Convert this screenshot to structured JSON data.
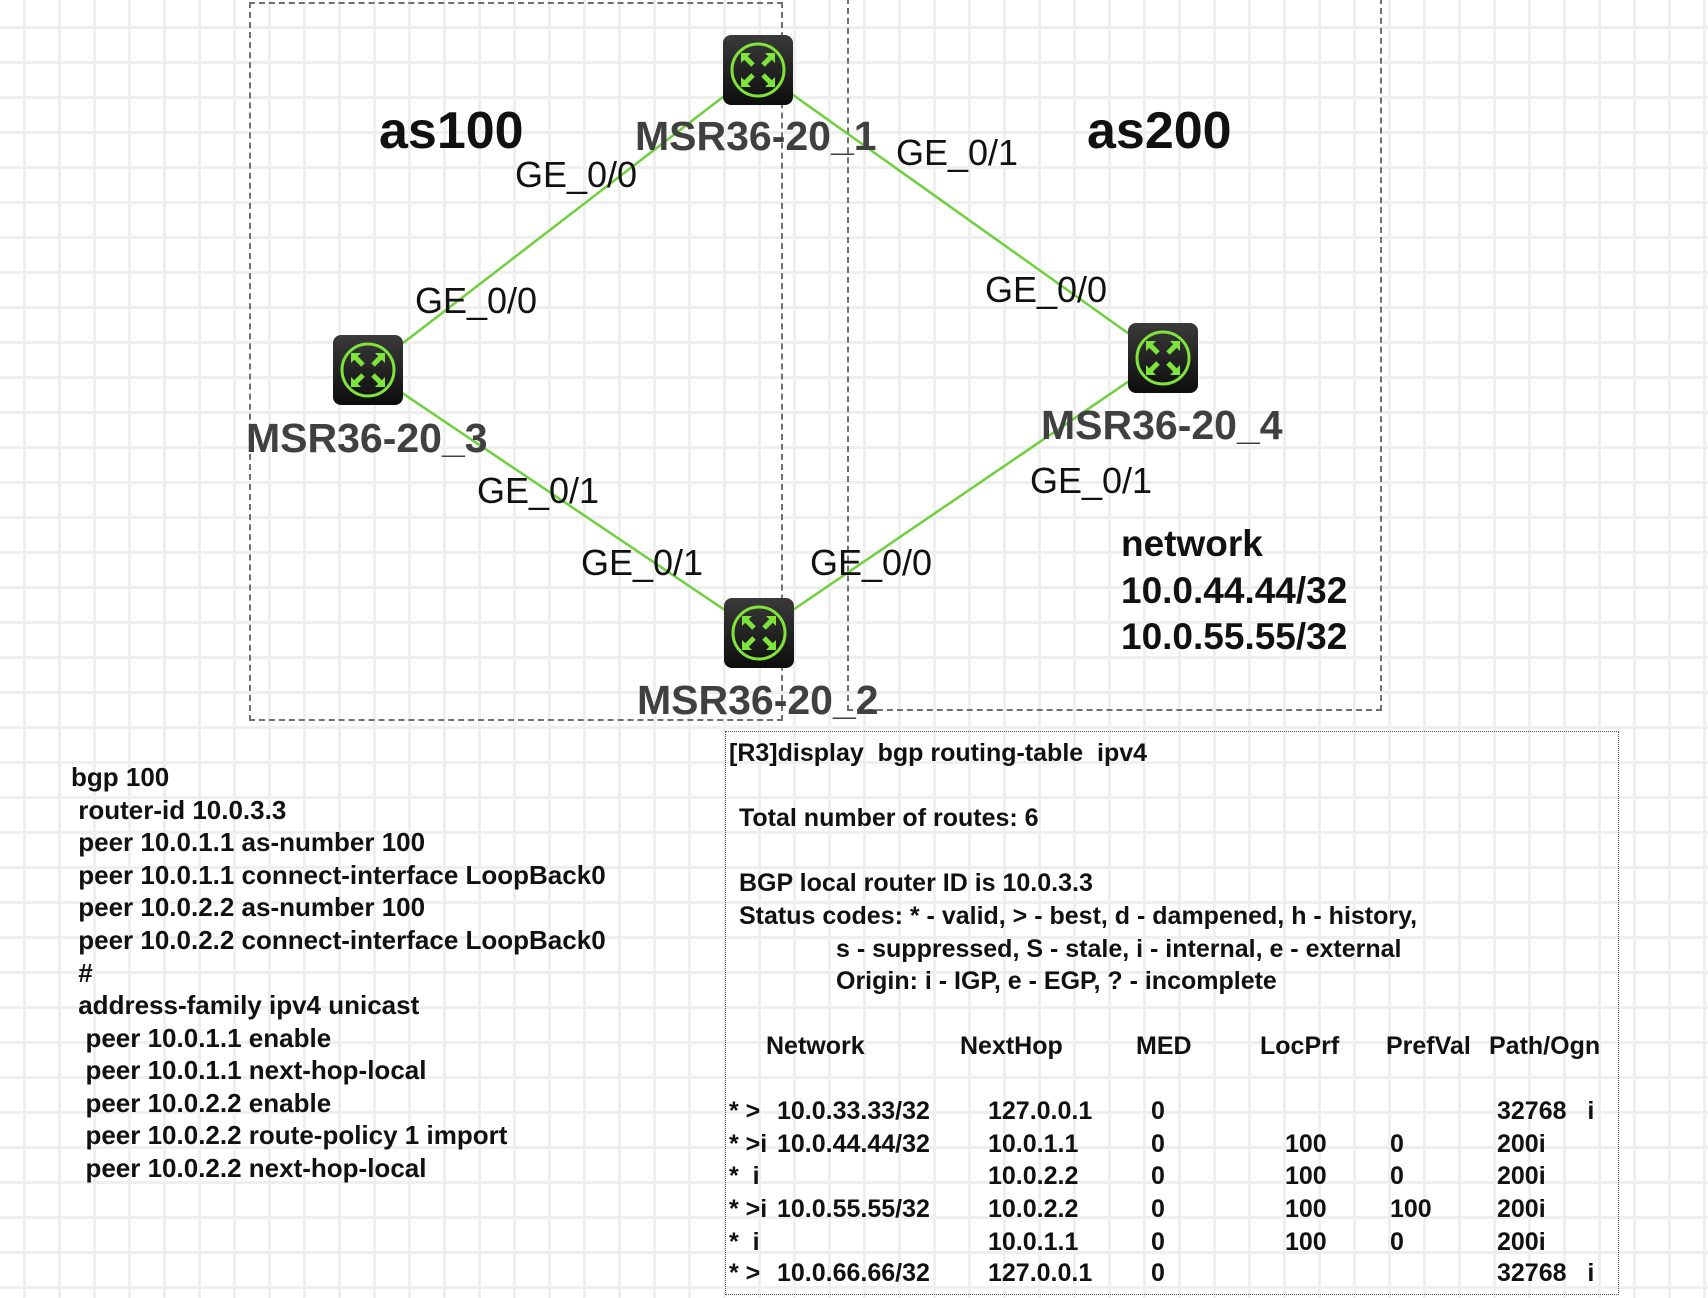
{
  "areas": {
    "left": "as100",
    "right": "as200"
  },
  "routers": {
    "r1": "MSR36-20_1",
    "r2": "MSR36-20_2",
    "r3": "MSR36-20_3",
    "r4": "MSR36-20_4"
  },
  "interfaces": {
    "r1_ge00": "GE_0/0",
    "r1_ge01": "GE_0/1",
    "r3_ge00": "GE_0/0",
    "r4_ge00": "GE_0/0",
    "r3_ge01": "GE_0/1",
    "r4_ge01": "GE_0/1",
    "r2_ge01": "GE_0/1",
    "r2_ge00": "GE_0/0"
  },
  "network_note": [
    "network",
    "10.0.44.44/32",
    "10.0.55.55/32"
  ],
  "colors": {
    "link": "#6fcf3f",
    "router_icon": "#7ee33a"
  },
  "config": [
    "bgp 100",
    " router-id 10.0.3.3",
    " peer 10.0.1.1 as-number 100",
    " peer 10.0.1.1 connect-interface LoopBack0",
    " peer 10.0.2.2 as-number 100",
    " peer 10.0.2.2 connect-interface LoopBack0",
    " #",
    " address-family ipv4 unicast",
    "  peer 10.0.1.1 enable",
    "  peer 10.0.1.1 next-hop-local",
    "  peer 10.0.2.2 enable",
    "  peer 10.0.2.2 route-policy 1 import",
    "  peer 10.0.2.2 next-hop-local"
  ],
  "cli": {
    "command": "[R3]display  bgp routing-table  ipv4",
    "total": "Total number of routes: 6",
    "router_id": "BGP local router ID is 10.0.3.3",
    "status1": "Status codes: * - valid, > - best, d - dampened, h - history,",
    "status2": "s - suppressed, S - stale, i - internal, e - external",
    "origin": "Origin: i - IGP, e - EGP, ? - incomplete",
    "headers": [
      "Network",
      "NextHop",
      "MED",
      "LocPrf",
      "PrefVal",
      "Path/Ogn"
    ],
    "rows": [
      [
        "* >",
        "10.0.33.33/32",
        "127.0.0.1",
        "0",
        "",
        "",
        "32768   i"
      ],
      [
        "* >i",
        "10.0.44.44/32",
        "10.0.1.1",
        "0",
        "100",
        "0",
        "200i"
      ],
      [
        "*  i",
        "",
        "10.0.2.2",
        "0",
        "100",
        "0",
        "200i"
      ],
      [
        "* >i",
        "10.0.55.55/32",
        "10.0.2.2",
        "0",
        "100",
        "100",
        "200i"
      ],
      [
        "*  i",
        "",
        "10.0.1.1",
        "0",
        "100",
        "0",
        "200i"
      ],
      [
        "* >",
        "10.0.66.66/32",
        "127.0.0.1",
        "0",
        "",
        "",
        "32768   i"
      ]
    ]
  }
}
